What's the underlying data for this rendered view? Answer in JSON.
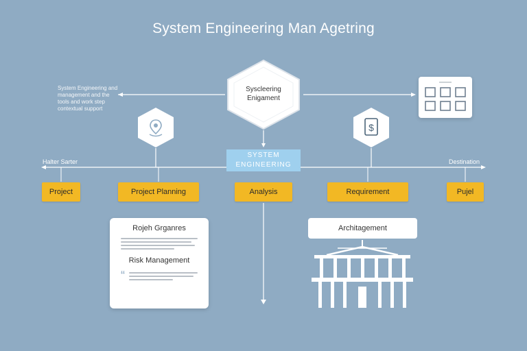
{
  "title": "System Engineering Man Agetring",
  "top_left_note": [
    "System Engineering and",
    "management and the",
    "tools and work step",
    "contextual support"
  ],
  "center_hex": {
    "line1": "Syscleering",
    "line2": "Enigament"
  },
  "system_box": {
    "line1": "SYSTEM",
    "line2": "ENGINEERING"
  },
  "left_edge_label": "Halter Sarter",
  "right_edge_label": "Destination",
  "phases": [
    "Project",
    "Project Planning",
    "Analysis",
    "Requirement",
    "Pujel"
  ],
  "left_card": {
    "title": "Rojeh Grganres",
    "subtitle": "Risk Management",
    "quote_mark": "“"
  },
  "right_card": {
    "title": "Architagement"
  },
  "colors": {
    "background": "#8fabc3",
    "phase_yellow": "#f2b824",
    "system_blue": "#9fd0ee",
    "card_white": "#ffffff"
  },
  "icons": [
    "location-pin-icon",
    "dollar-document-icon",
    "calendar-grid-icon",
    "building-columns-icon"
  ]
}
